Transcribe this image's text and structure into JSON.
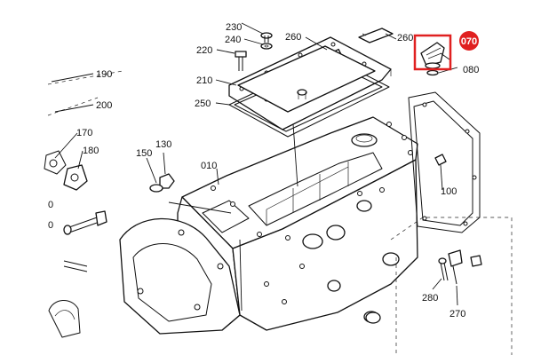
{
  "diagram": {
    "part_labels": {
      "p230": "230",
      "p240": "240",
      "p220": "220",
      "p260a": "260",
      "p260b": "260",
      "p210": "210",
      "p250": "250",
      "p190": "190",
      "p200": "200",
      "p170": "170",
      "p180": "180",
      "p130": "130",
      "p150": "150",
      "p010": "010",
      "p080": "080",
      "p100": "100",
      "p280": "280",
      "p270": "270",
      "p0a": "0",
      "p0b": "0"
    },
    "highlight": {
      "label": "070",
      "box_color": "#e02020",
      "badge_color": "#e02020"
    }
  }
}
